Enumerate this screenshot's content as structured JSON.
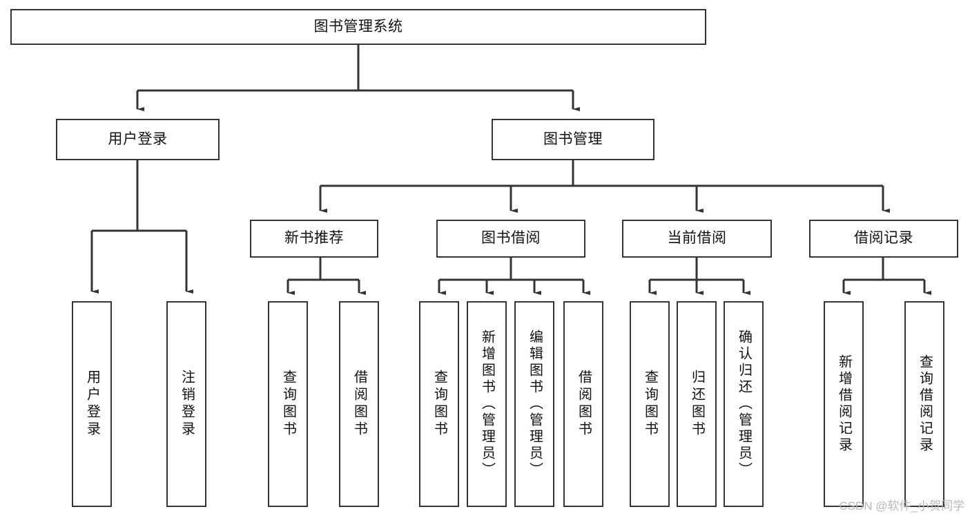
{
  "diagram": {
    "title": "图书管理系统",
    "type": "tree-hierarchy-chart",
    "root": {
      "label": "图书管理系统"
    },
    "level2": [
      {
        "label": "用户登录"
      },
      {
        "label": "图书管理"
      }
    ],
    "level3": [
      {
        "label": "新书推荐"
      },
      {
        "label": "图书借阅"
      },
      {
        "label": "当前借阅"
      },
      {
        "label": "借阅记录"
      }
    ],
    "leaves": [
      {
        "label": "用户登录"
      },
      {
        "label": "注销登录"
      },
      {
        "label": "查询图书"
      },
      {
        "label": "借阅图书"
      },
      {
        "label": "查询图书"
      },
      {
        "label": "新增图书（管理员）"
      },
      {
        "label": "编辑图书（管理员）"
      },
      {
        "label": "借阅图书"
      },
      {
        "label": "查询图书"
      },
      {
        "label": "归还图书"
      },
      {
        "label": "确认归还（管理员）"
      },
      {
        "label": "新增借阅记录"
      },
      {
        "label": "查询借阅记录"
      }
    ]
  },
  "watermark": {
    "text": "CSDN @软件_小贺同学"
  },
  "colors": {
    "stroke": "#333333",
    "background": "#ffffff",
    "text": "#111111",
    "watermark": "#b8b8b8"
  }
}
